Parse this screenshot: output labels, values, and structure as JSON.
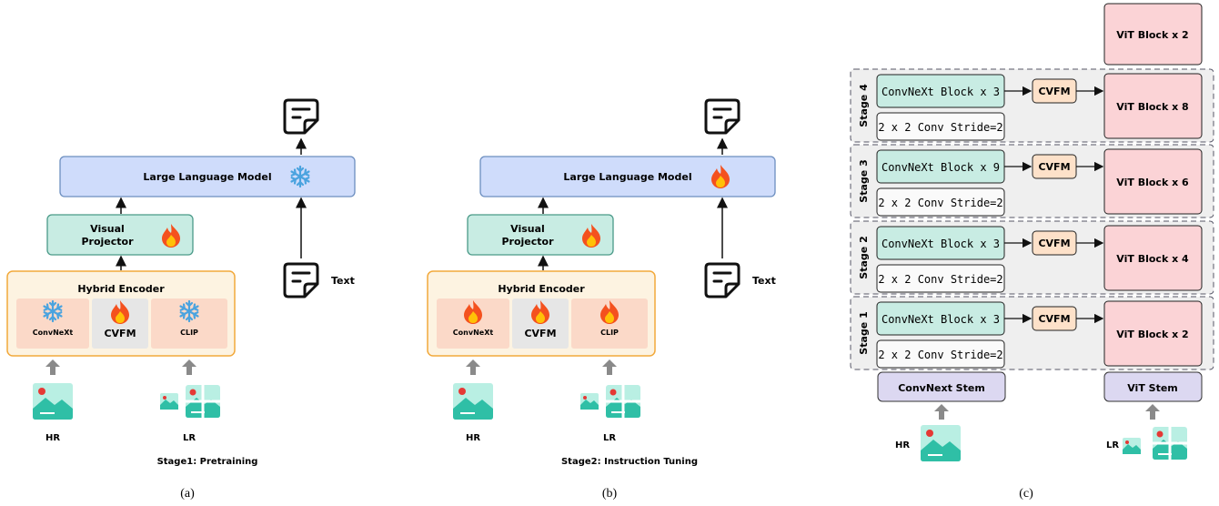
{
  "panel_a": {
    "llm_label": "Large Language Model",
    "projector_line1": "Visual",
    "projector_line2": "Projector",
    "encoder_title": "Hybrid Encoder",
    "convnext_label": "ConvNeXt",
    "cvfm_label": "CVFM",
    "clip_label": "CLIP",
    "text_label": "Text",
    "hr_label": "HR",
    "lr_label": "LR",
    "stage_caption": "Stage1: Pretraining",
    "panel_caption": "(a)"
  },
  "panel_b": {
    "llm_label": "Large Language Model",
    "projector_line1": "Visual",
    "projector_line2": "Projector",
    "encoder_title": "Hybrid Encoder",
    "convnext_label": "ConvNeXt",
    "cvfm_label": "CVFM",
    "clip_label": "CLIP",
    "text_label": "Text",
    "hr_label": "HR",
    "lr_label": "LR",
    "stage_caption": "Stage2: Instruction Tuning",
    "panel_caption": "(b)"
  },
  "panel_c": {
    "top_vit": "ViT Block x 2",
    "stages": [
      {
        "name": "Stage 4",
        "convnext": "ConvNeXt Block x 3",
        "conv": "2 x 2 Conv Stride=2",
        "cvfm": "CVFM",
        "vit": "ViT Block x 8"
      },
      {
        "name": "Stage 3",
        "convnext": "ConvNeXt Block x 9",
        "conv": "2 x 2 Conv Stride=2",
        "cvfm": "CVFM",
        "vit": "ViT Block x 6"
      },
      {
        "name": "Stage 2",
        "convnext": "ConvNeXt Block x 3",
        "conv": "2 x 2 Conv Stride=2",
        "cvfm": "CVFM",
        "vit": "ViT Block x 4"
      },
      {
        "name": "Stage 1",
        "convnext": "ConvNeXt Block x 3",
        "conv": "2 x 2 Conv Stride=2",
        "cvfm": "CVFM",
        "vit": "ViT Block x 2"
      }
    ],
    "convnext_stem": "ConvNext Stem",
    "vit_stem": "ViT Stem",
    "hr_label": "HR",
    "lr_label": "LR",
    "panel_caption": "(c)"
  },
  "colors": {
    "llm_fill": "#cfdcfb",
    "llm_stroke": "#6c8ebf",
    "projector_fill": "#c8ece3",
    "projector_stroke": "#4a9a88",
    "encoder_fill": "#fdf3e1",
    "encoder_stroke": "#f2a93b",
    "sub_fill": "#fbd9c8",
    "cvfm_sub_fill": "#e6e6e6",
    "cvfm_fill": "#fde1c9",
    "vit_fill": "#fbd3d6",
    "stem_fill": "#dcd8f1",
    "stage_fill": "#efefef",
    "arrow_gray": "#8a8a8a",
    "image_teal": "#2fbfa6"
  },
  "icons": [
    "document-icon",
    "snowflake-icon",
    "fire-icon",
    "image-icon",
    "image-crops-icon",
    "up-arrow-icon"
  ]
}
